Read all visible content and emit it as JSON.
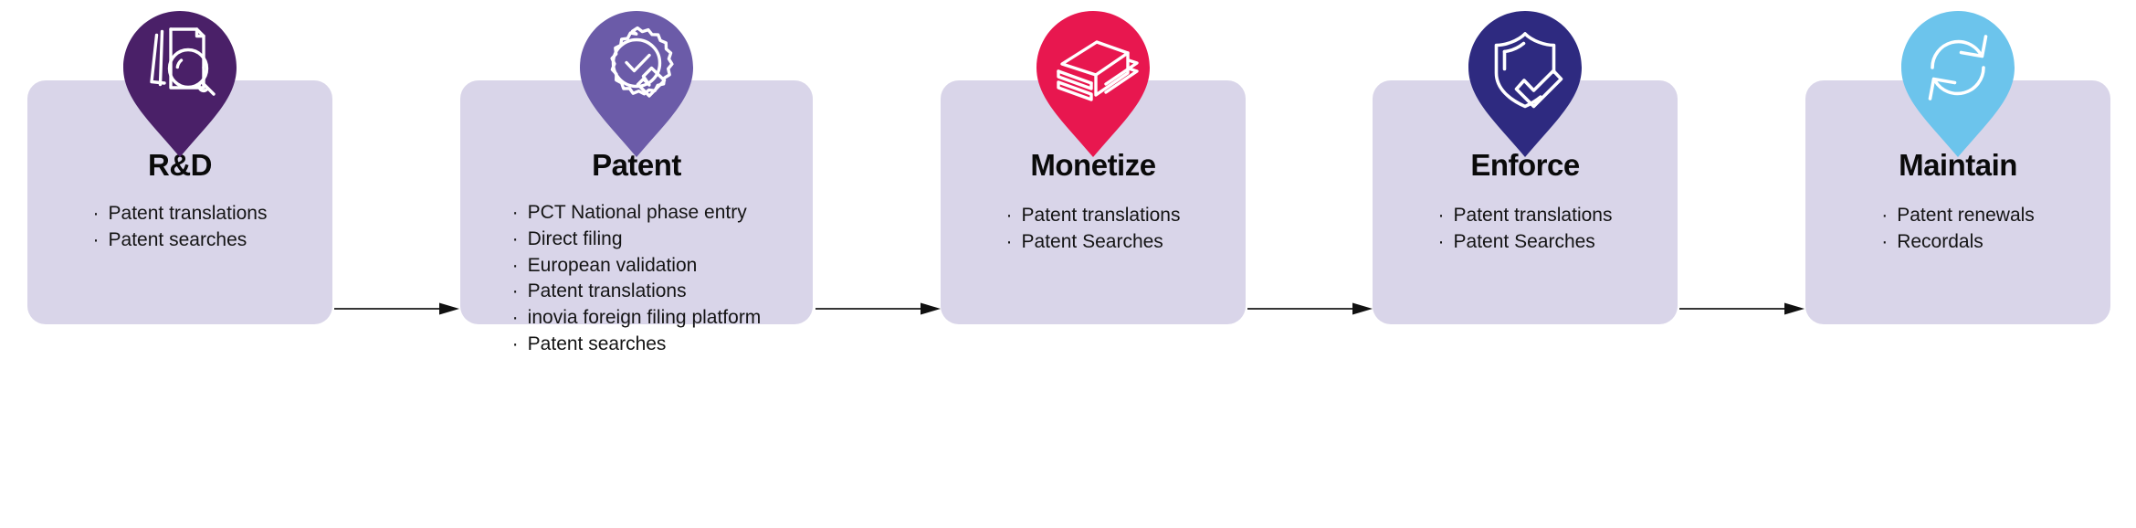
{
  "diagram": {
    "type": "process-flow",
    "title": "",
    "card_background": "#d9d5e9",
    "arrow_color": "#1a1a1a",
    "stages": [
      {
        "id": "rd",
        "title": "R&D",
        "pin_color": "#4a2068",
        "icon": "documents-search-icon",
        "items": [
          "Patent translations",
          "Patent searches"
        ],
        "bullet": "·"
      },
      {
        "id": "patent",
        "title": "Patent",
        "pin_color": "#6b5ba8",
        "icon": "certified-seal-check-icon",
        "items": [
          "PCT National phase entry",
          "Direct filing",
          "European validation",
          "Patent translations",
          "inovia foreign filing platform",
          "Patent searches"
        ],
        "bullet": "·"
      },
      {
        "id": "monetize",
        "title": "Monetize",
        "pin_color": "#e8174f",
        "icon": "money-stack-icon",
        "items": [
          "Patent translations",
          "Patent Searches"
        ],
        "bullet": "·"
      },
      {
        "id": "enforce",
        "title": "Enforce",
        "pin_color": "#2e2a80",
        "icon": "shield-check-icon",
        "items": [
          "Patent translations",
          "Patent Searches"
        ],
        "bullet": "·"
      },
      {
        "id": "maintain",
        "title": "Maintain",
        "pin_color": "#6cc4ec",
        "icon": "refresh-sync-icon",
        "items": [
          "Patent renewals",
          "Recordals"
        ],
        "bullet": "·"
      }
    ],
    "connectors": [
      {
        "from": "rd",
        "to": "patent",
        "icon": "arrow-right-icon"
      },
      {
        "from": "patent",
        "to": "monetize",
        "icon": "arrow-right-icon"
      },
      {
        "from": "monetize",
        "to": "enforce",
        "icon": "arrow-right-icon"
      },
      {
        "from": "enforce",
        "to": "maintain",
        "icon": "arrow-right-icon"
      }
    ]
  }
}
